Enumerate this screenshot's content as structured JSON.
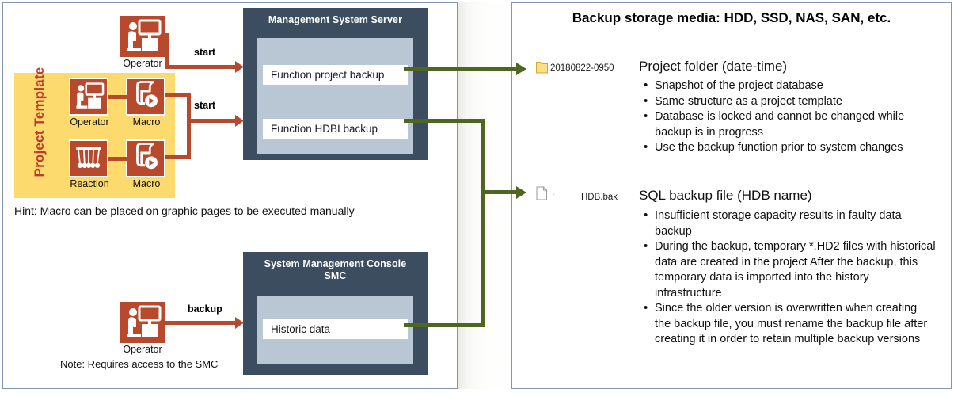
{
  "left_panel": {
    "project_template": {
      "label": "Project Template",
      "items": [
        {
          "icon": "operator-icon",
          "label": "Operator"
        },
        {
          "icon": "macro-icon",
          "label": "Macro"
        },
        {
          "icon": "reaction-icon",
          "label": "Reaction"
        },
        {
          "icon": "macro-icon",
          "label": "Macro"
        }
      ]
    },
    "top_operator": {
      "icon": "operator-icon",
      "label": "Operator"
    },
    "bottom_operator": {
      "icon": "operator-icon",
      "label": "Operator"
    },
    "arrow_labels": {
      "start_1": "start",
      "start_2": "start",
      "backup": "backup"
    },
    "hint": "Hint: Macro can be placed on graphic pages to be executed manually",
    "note": "Note: Requires access to the SMC",
    "server": {
      "title": "Management System Server",
      "rows": [
        "Function project backup",
        "Function HDBI backup"
      ]
    },
    "console": {
      "title_line1": "System Management Console",
      "title_line2": "SMC",
      "rows": [
        "Historic data"
      ]
    }
  },
  "right_panel": {
    "title": "Backup storage media: HDD, SSD, NAS, SAN, etc.",
    "blocks": [
      {
        "icon": "folder-icon",
        "file_name": "20180822-0950",
        "file_name_faint": "",
        "heading": "Project folder (date-time)",
        "bullets": [
          "Snapshot of the project database",
          "Same structure as a project template",
          "Database is locked and cannot be changed while backup is in progress",
          "Use the backup function prior to system changes"
        ]
      },
      {
        "icon": "file-icon",
        "file_name": "HDB.bak",
        "file_name_faint": ".",
        "heading": "SQL backup file (HDB name)",
        "bullets": [
          "Insufficient storage capacity results in faulty data backup",
          "During the backup, temporary *.HD2 files with historical data are created in the project After the backup, this temporary data is imported into the history infrastructure",
          "Since the older version is overwritten when creating the backup file, you must rename the backup file after creating it in order to retain multiple backup versions"
        ]
      }
    ]
  },
  "colors": {
    "device_box": "#3b4d5e",
    "device_inner": "#b9c6d4",
    "icon_orange": "#b9492c",
    "template_yellow": "#fcda6e",
    "template_label": "#c0392b",
    "connector_green": "#4e6620",
    "panel_border": "#8396ad"
  }
}
